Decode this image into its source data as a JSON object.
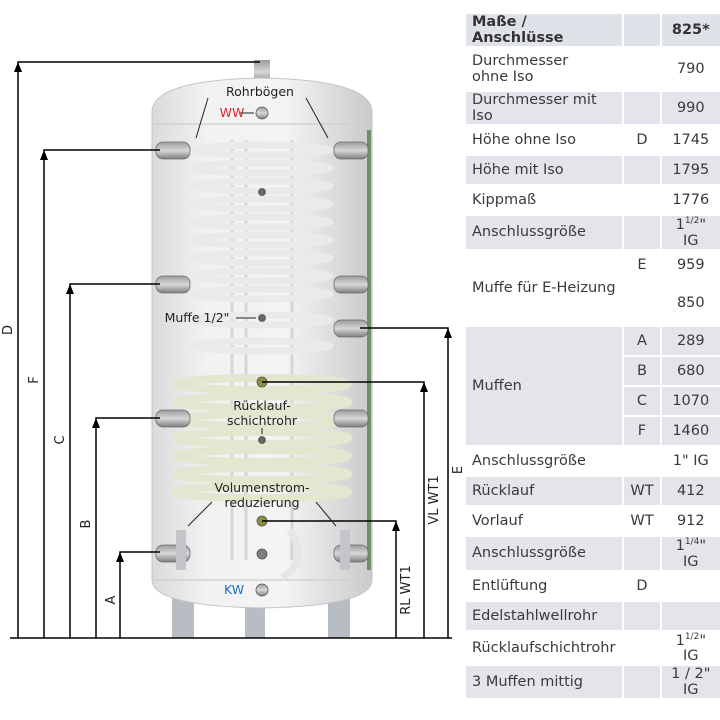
{
  "diagram": {
    "labels": {
      "rohrboegen": "Rohrbögen",
      "ww": "WW",
      "kw": "KW",
      "muffe": "Muffe 1/2\"",
      "ruecklauf1": "Rücklauf-",
      "ruecklauf2": "schichtrohr",
      "volumen1": "Volumenstrom-",
      "volumen2": "reduzierung"
    },
    "dims": {
      "D": "D",
      "F": "F",
      "C": "C",
      "B": "B",
      "A": "A",
      "E": "E",
      "VL": "VL WT1",
      "RL": "RL WT1"
    },
    "colors": {
      "ww": "#d9262c",
      "kw": "#1f6fc0",
      "lines": "#000000"
    }
  },
  "table": {
    "header": {
      "label": "Maße / Anschlüsse",
      "value": "825*"
    },
    "rows": {
      "r1": {
        "label1": "Durchmesser",
        "label2": "ohne Iso",
        "value": "790"
      },
      "r2": {
        "label": "Durchmesser mit Iso",
        "value": "990"
      },
      "r3": {
        "label": "Höhe ohne Iso",
        "sub": "D",
        "value": "1745"
      },
      "r4": {
        "label": "Höhe mit Iso",
        "value": "1795"
      },
      "r5": {
        "label": "Kippmaß",
        "value": "1776"
      },
      "r6": {
        "label": "Anschlussgröße",
        "value_main": "1",
        "value_sup": "1/2",
        "value_rest": "\" IG"
      },
      "r7": {
        "label": "Muffe für E-Heizung",
        "sub_a": "E",
        "value_a": "959",
        "value_b": "850"
      },
      "r8": {
        "label": "Muffen",
        "subs": [
          "A",
          "B",
          "C",
          "F"
        ],
        "values": [
          "289",
          "680",
          "1070",
          "1460"
        ]
      },
      "r9": {
        "label": "Anschlussgröße",
        "value": "1\" IG"
      },
      "r10": {
        "label": "Rücklauf",
        "sub": "WT",
        "value": "412"
      },
      "r11": {
        "label": "Vorlauf",
        "sub": "WT",
        "value": "912"
      },
      "r12": {
        "label": "Anschlussgröße",
        "value_main": "1",
        "value_sup": "1/4",
        "value_rest": "\" IG"
      },
      "r13": {
        "label": "Entlüftung",
        "sub": "D"
      },
      "r14": {
        "label": "Edelstahlwellrohr"
      },
      "r15": {
        "label": "Rücklaufschichtrohr",
        "value_main": "1",
        "value_sup": "1/2",
        "value_rest": "\" IG"
      },
      "r16": {
        "label": "3 Muffen mittig",
        "value": "1 / 2\" IG"
      }
    }
  }
}
